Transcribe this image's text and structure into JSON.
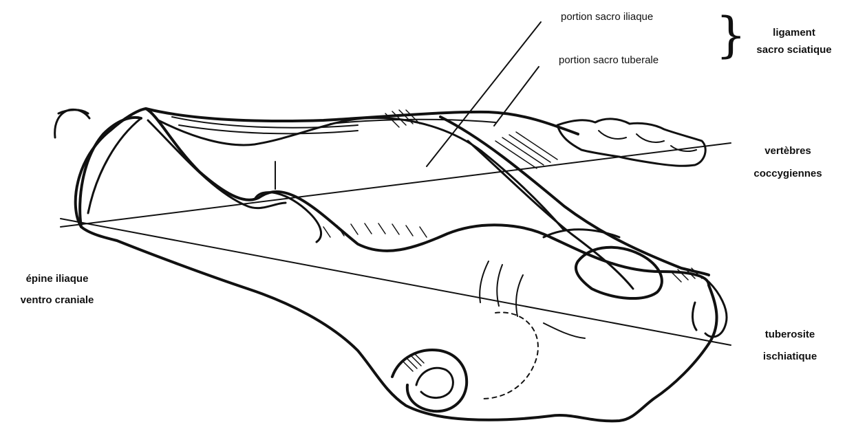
{
  "labels": {
    "portion_sacro_iliaque": "portion sacro iliaque",
    "portion_sacro_tuberale": "portion sacro tuberale",
    "ligament_line1": "ligament",
    "ligament_line2": "sacro sciatique",
    "vertebres_line1": "vertèbres",
    "vertebres_line2": "coccygiennes",
    "epine_line1": "épine iliaque",
    "epine_line2": "ventro craniale",
    "tuberosite_line1": "tuberosite",
    "tuberosite_line2": "ischiatique"
  },
  "colors": {
    "ink": "#111111",
    "background": "#ffffff"
  }
}
